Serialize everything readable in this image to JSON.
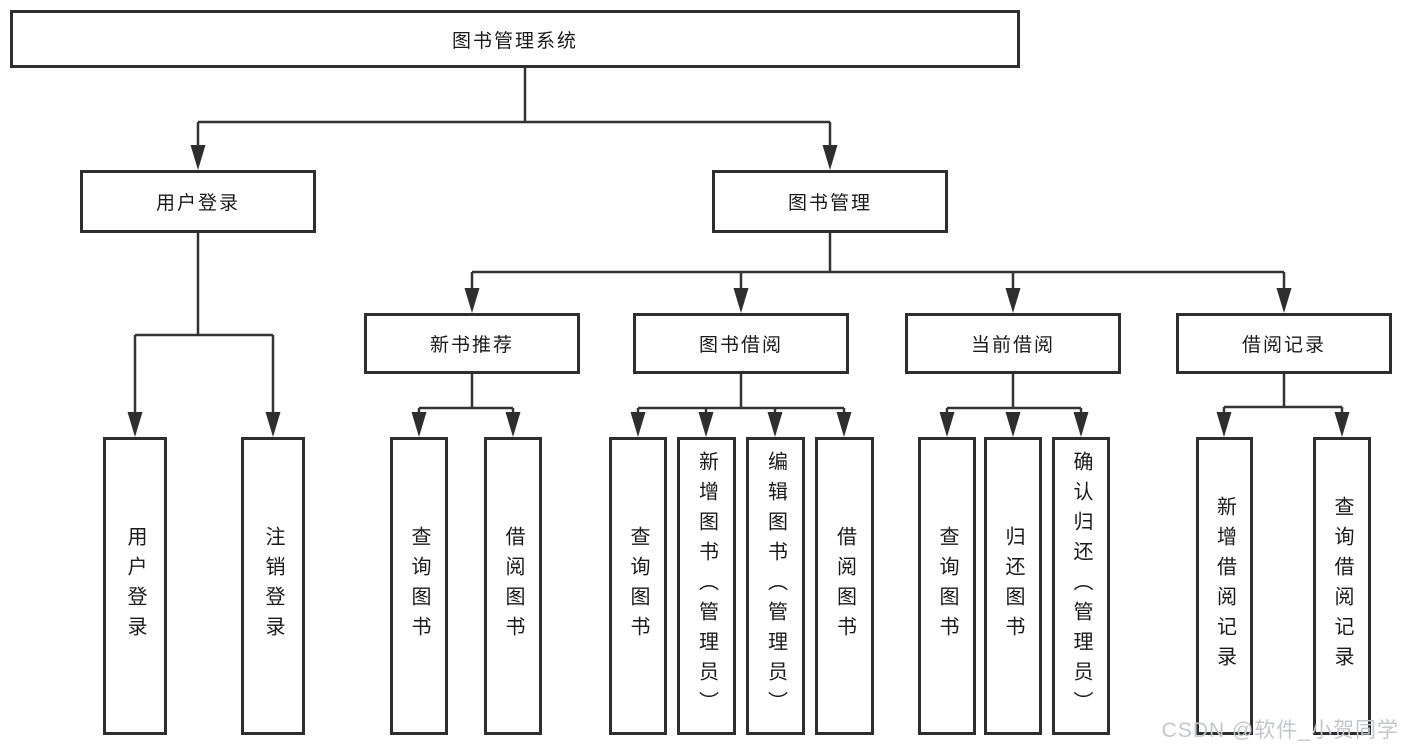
{
  "diagram": {
    "title": "图书管理系统",
    "branches": [
      {
        "label": "用户登录",
        "children": [
          "用户登录",
          "注销登录"
        ]
      },
      {
        "label": "图书管理",
        "sections": [
          {
            "label": "新书推荐",
            "children": [
              "查询图书",
              "借阅图书"
            ]
          },
          {
            "label": "图书借阅",
            "children": [
              "查询图书",
              "新增图书（管理员）",
              "编辑图书（管理员）",
              "借阅图书"
            ]
          },
          {
            "label": "当前借阅",
            "children": [
              "查询图书",
              "归还图书",
              "确认归还（管理员）"
            ]
          },
          {
            "label": "借阅记录",
            "children": [
              "新增借阅记录",
              "查询借阅记录"
            ]
          }
        ]
      }
    ]
  },
  "watermark": "CSDN @软件_小贺同学",
  "colors": {
    "line": "#333333",
    "box_border": "#2e2e2e",
    "text": "#1a1a1a",
    "watermark": "#c3c6cb",
    "background": "#ffffff"
  }
}
